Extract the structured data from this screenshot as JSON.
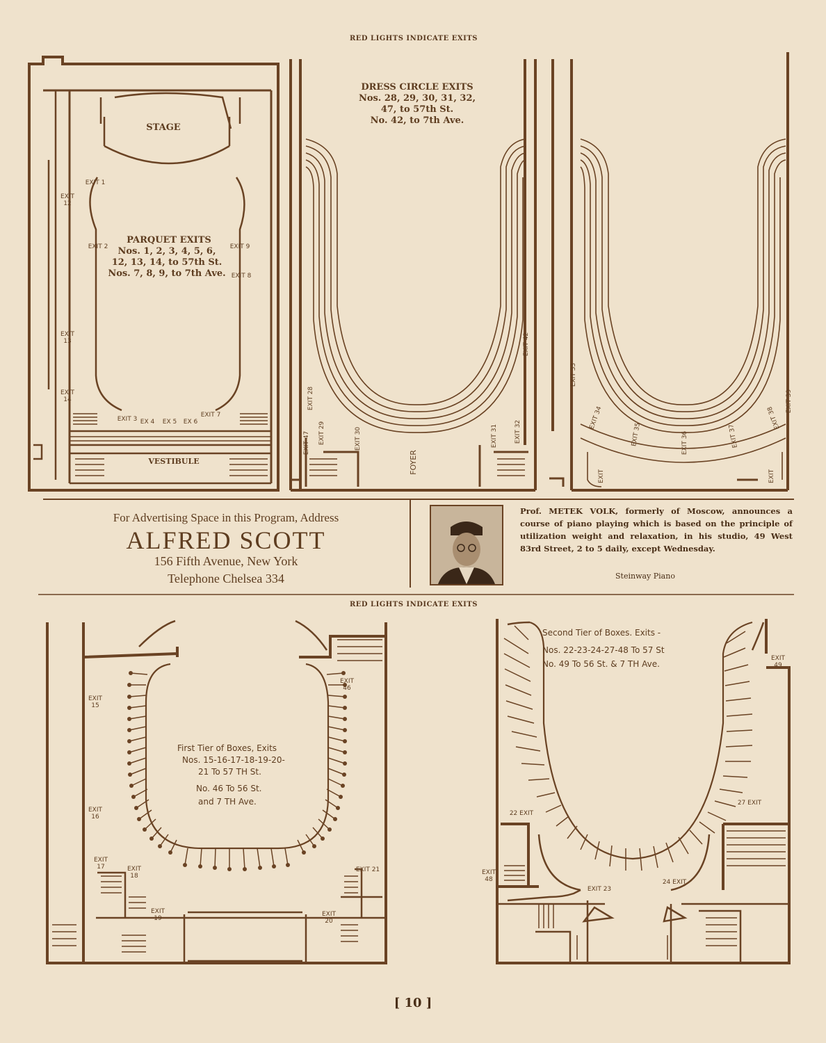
{
  "header_top": "RED LIGHTS INDICATE EXITS",
  "header_mid": "RED LIGHTS INDICATE EXITS",
  "parquet_plan": {
    "stage": "STAGE",
    "vestibule": "VESTIBULE",
    "title": "PARQUET EXITS",
    "lines": [
      "Nos. 1, 2, 3, 4, 5, 6,",
      "12, 13, 14, to 57th St.",
      "Nos. 7, 8, 9, to 7th Ave."
    ],
    "exits": [
      "EXIT 1",
      "EXIT 2",
      "EXIT 3",
      "EX 4",
      "EX 5",
      "EX 6",
      "EXIT 7",
      "EXIT 8",
      "EXIT 9",
      "EXIT 12",
      "EXIT 13",
      "EXIT 14"
    ]
  },
  "dress_circle": {
    "title": "DRESS CIRCLE EXITS",
    "lines": [
      "Nos. 28, 29, 30, 31, 32,",
      "47, to 57th St.",
      "No. 42, to 7th Ave."
    ],
    "foyer": "FOYER",
    "exits": [
      "EXIT 28",
      "EXIT 47",
      "EXIT 29",
      "EXIT 30",
      "EXIT 31",
      "EXIT 32",
      "EXIT 42",
      "EXIT 33",
      "EXIT 34",
      "EXIT 35",
      "EXIT 36",
      "EXIT 37",
      "EXIT 38",
      "EXIT 39",
      "EXIT",
      "EXIT"
    ]
  },
  "ad": {
    "line1": "For Advertising Space in this Program, Address",
    "name": "ALFRED SCOTT",
    "address": "156 Fifth Avenue, New York",
    "phone": "Telephone Chelsea 334"
  },
  "notice": {
    "text": "Prof. METEK VOLK, formerly of Moscow, announces a course of piano playing which is based on the principle of utilization weight and relaxation, in his studio, 49 West 83rd Street, 2 to 5 daily, except Wednesday.",
    "signature": "Steinway Piano"
  },
  "first_tier": {
    "lines": [
      "First Tier of Boxes, Exits",
      "Nos. 15-16-17-18-19-20-",
      "21 To 57 TH St.",
      "No. 46 To 56 St.",
      "and 7 TH Ave."
    ],
    "exits": [
      "EXIT 15",
      "EXIT 16",
      "EXIT 17",
      "EXIT 18",
      "EXIT 19",
      "EXIT 20",
      "EXIT 21",
      "EXIT 46"
    ]
  },
  "second_tier": {
    "lines": [
      "Second Tier of Boxes. Exits -",
      "Nos. 22-23-24-27-48 To 57 St",
      "No. 49 To 56 St. & 7 TH Ave."
    ],
    "exits": [
      "EXIT 49",
      "22 EXIT",
      "27 EXIT",
      "EXIT 48",
      "EXIT 23",
      "24 EXIT"
    ]
  },
  "page_number": "[ 10 ]"
}
